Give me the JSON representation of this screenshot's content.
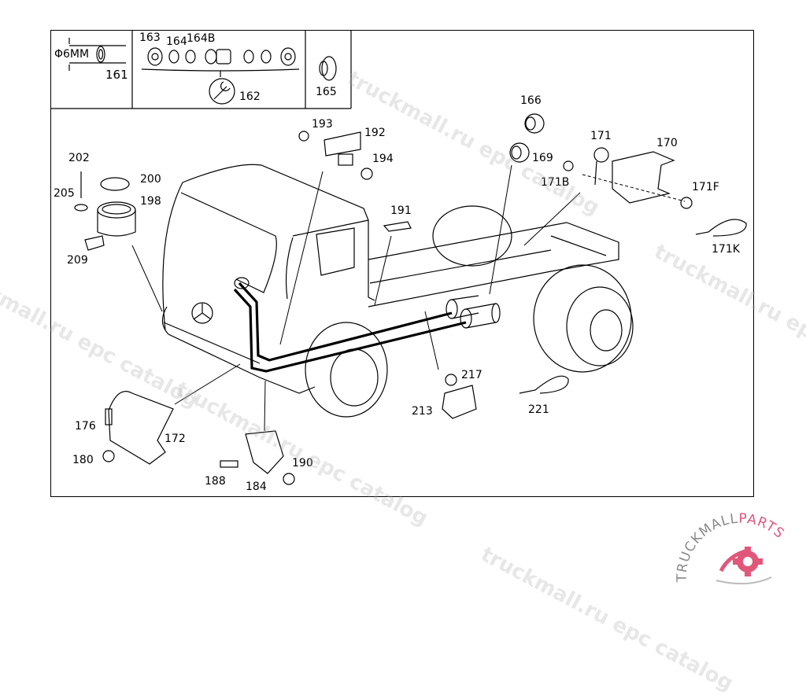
{
  "diagram": {
    "header_cells": {
      "tube": {
        "spec": "Φ6MM",
        "part": "161"
      },
      "fittings": {
        "parts": [
          "163",
          "164",
          "164B"
        ],
        "tool_part": "162"
      },
      "grommet": {
        "part": "165"
      }
    },
    "labels": {
      "p166": "166",
      "p169": "169",
      "p171": "171",
      "p170": "170",
      "p171B": "171B",
      "p171F": "171F",
      "p171K": "171K",
      "p193": "193",
      "p192": "192",
      "p194": "194",
      "p191": "191",
      "p202": "202",
      "p200": "200",
      "p205": "205",
      "p198": "198",
      "p209": "209",
      "p217": "217",
      "p213": "213",
      "p221": "221",
      "p176": "176",
      "p172": "172",
      "p180": "180",
      "p188": "188",
      "p184": "184",
      "p190": "190"
    }
  },
  "watermarks": [
    "truckmall.ru epc catalog",
    "truckmall.ru epc catalog",
    "truckmall.ru epc catalog",
    "truckmall.ru epc catalog",
    "truckmall.ru epc catalog"
  ],
  "logo": {
    "text_left": "TRUCKMALL",
    "text_right": "PARTS",
    "accent_color": "#e0577a",
    "gray_color": "#8a8a8a"
  }
}
